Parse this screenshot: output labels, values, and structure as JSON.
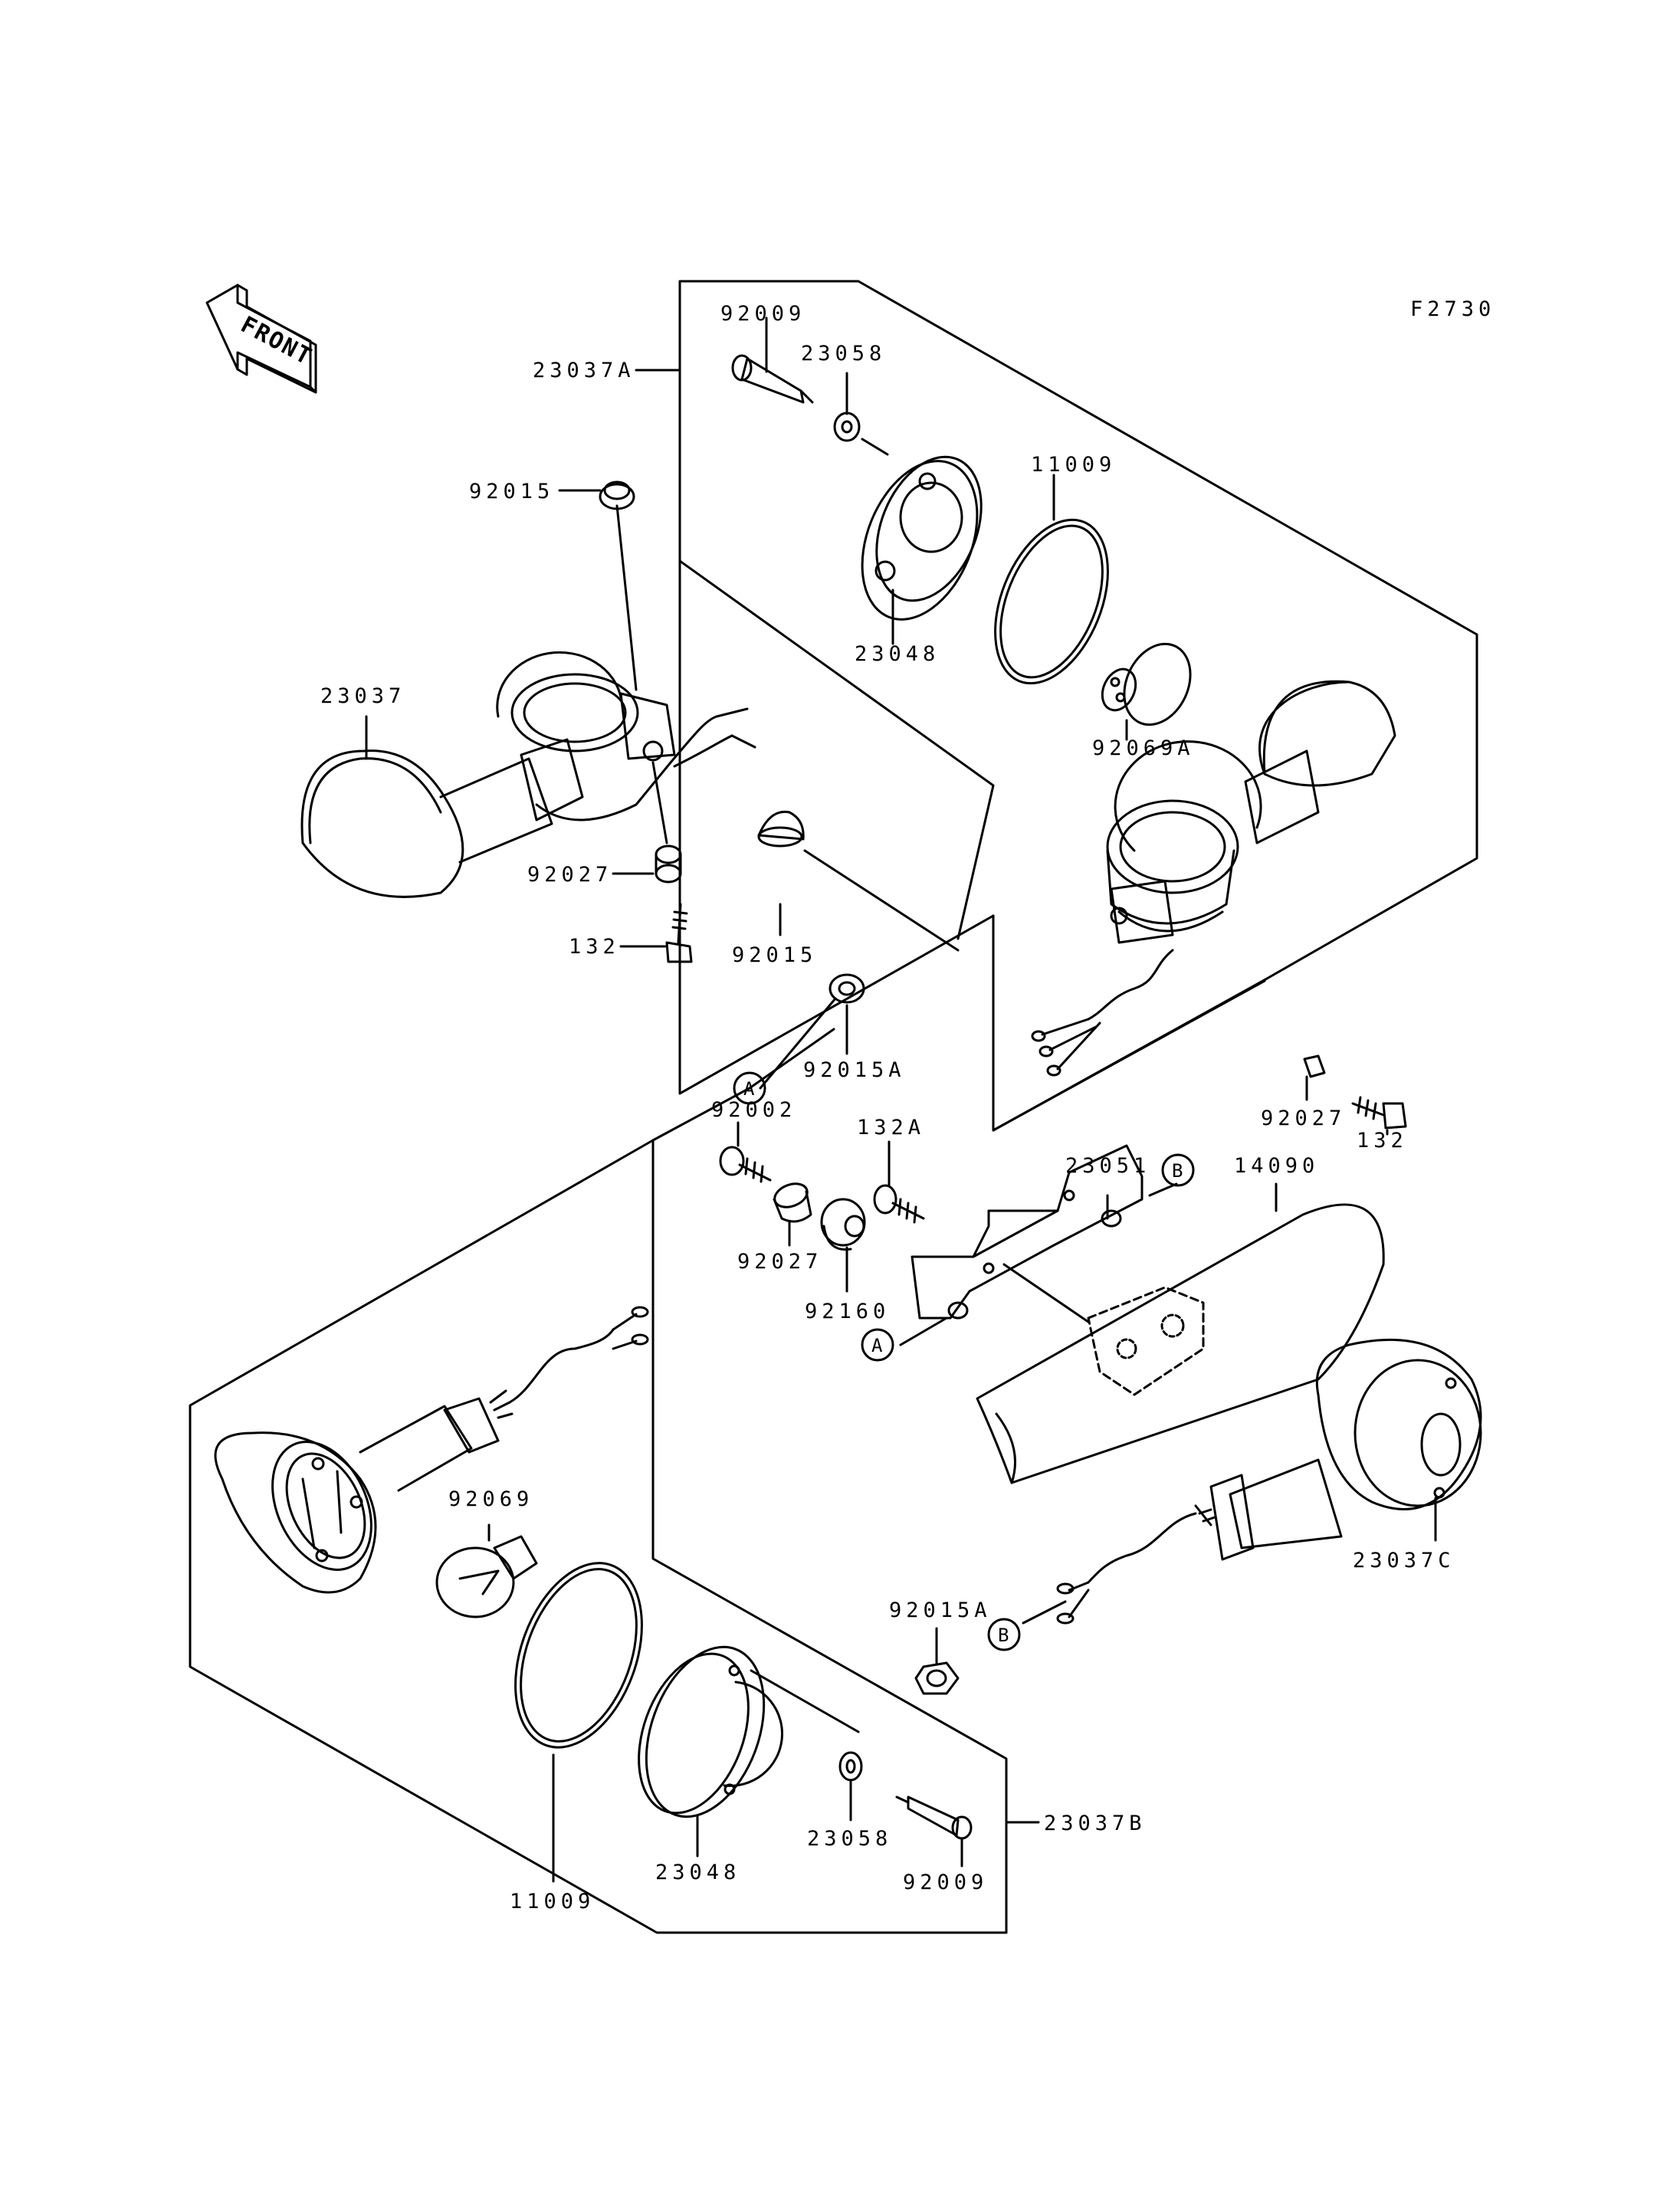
{
  "figure_code": "F2730",
  "front_label": "FRONT",
  "colors": {
    "ink": "#000000",
    "paper": "#ffffff"
  },
  "parts": {
    "p23037A": "23037A",
    "p92009_top": "92009",
    "p23058_top": "23058",
    "p11009_top": "11009",
    "p23048_top": "23048",
    "p92069A": "92069A",
    "p92015_left": "92015",
    "p23037": "23037",
    "p92027_left": "92027",
    "p132_left": "132",
    "p92015_mid": "92015",
    "p92015A_top": "92015A",
    "p92027_right": "92027",
    "p132_right": "132",
    "p92002": "92002",
    "p132A": "132A",
    "p23051": "23051",
    "p14090": "14090",
    "p92027_mid": "92027",
    "p92160": "92160",
    "p92069": "92069",
    "p23037C": "23037C",
    "p92015A_bottom": "92015A",
    "p11009_bottom": "11009",
    "p23058_bottom": "23058",
    "p23037B": "23037B",
    "p23048_bottom": "23048",
    "p92009_bottom": "92009"
  },
  "refs": {
    "a": "A",
    "b": "B"
  }
}
